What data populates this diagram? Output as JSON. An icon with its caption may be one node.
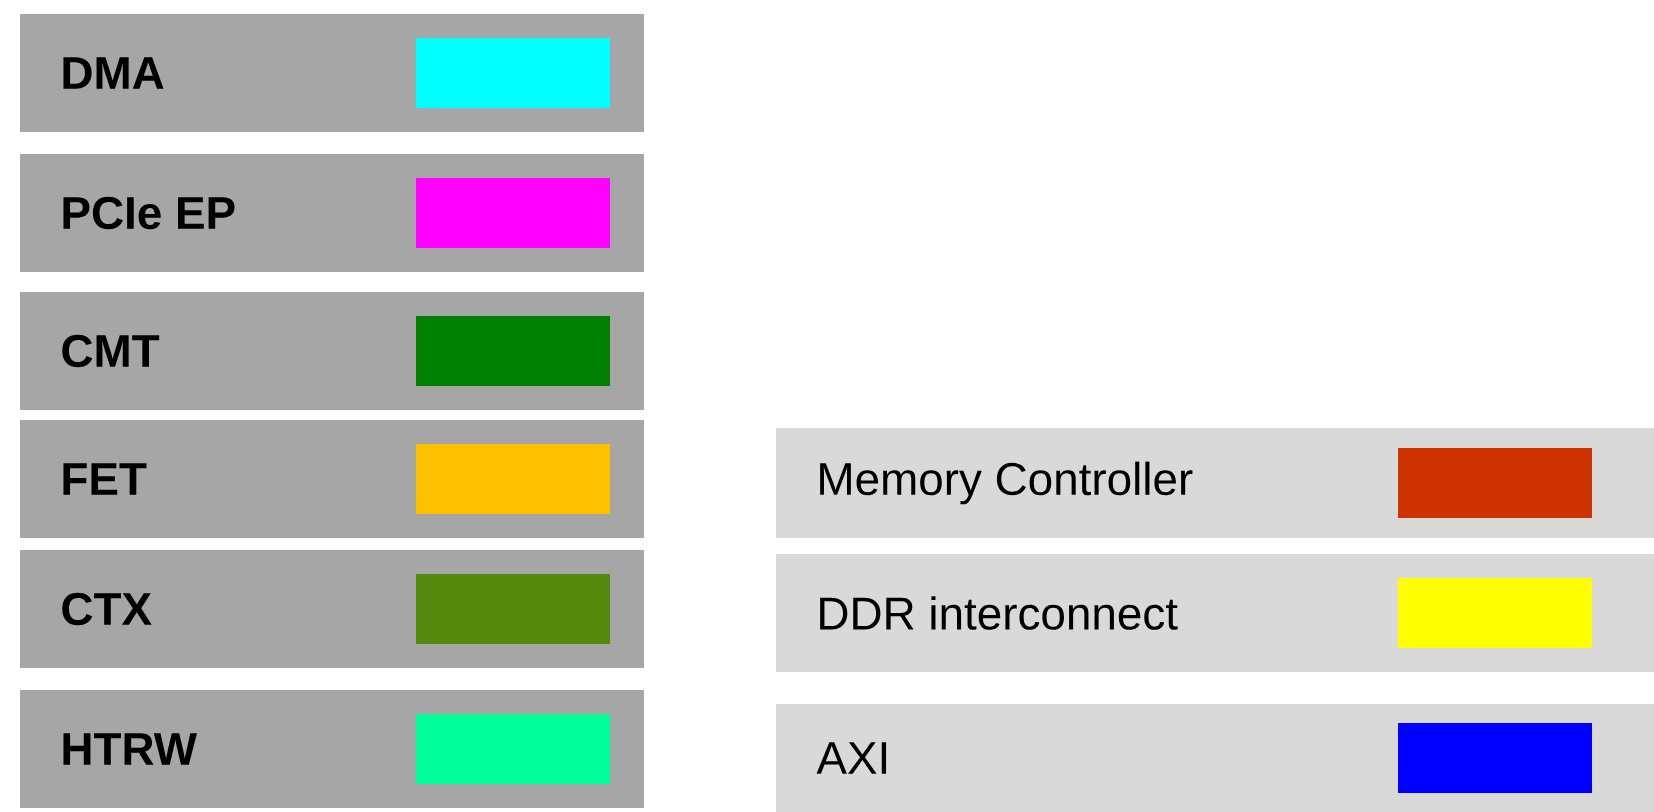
{
  "diagram": {
    "legend": [
      {
        "text": "DMA",
        "color": "#00ffff"
      },
      {
        "text": "PCIe EP",
        "color": "#ff00ff"
      },
      {
        "text": "CMT",
        "color": "#008000"
      },
      {
        "text": "FET",
        "color": "#ffc000"
      },
      {
        "text": "CTX",
        "color": "#568a0e"
      },
      {
        "text": "HTRW",
        "color": "#00ff99"
      },
      {
        "text": "Memory Controller",
        "color": "#cc3300"
      },
      {
        "text": "DDR interconnect",
        "color": "#ffff00"
      },
      {
        "text": "AXI",
        "color": "#0000ff"
      }
    ]
  }
}
